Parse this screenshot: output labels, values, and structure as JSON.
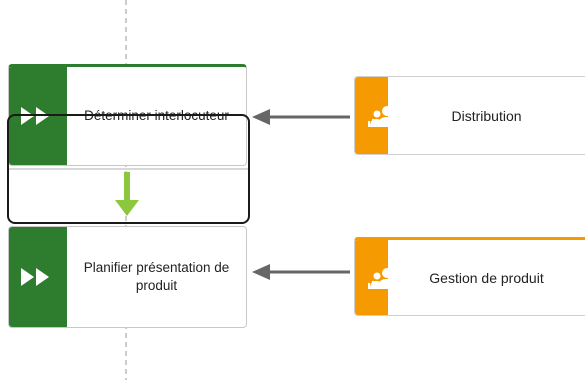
{
  "diagram": {
    "functions": [
      {
        "id": "f1",
        "label": "Déterminer interlocuteur"
      },
      {
        "id": "f2",
        "label": "Planifier présentation de produit"
      }
    ],
    "org_units": [
      {
        "id": "o1",
        "label": "Distribution"
      },
      {
        "id": "o2",
        "label": "Gestion de produit"
      }
    ],
    "icons": {
      "function": "double-chevron-icon",
      "org_unit": "people-icon"
    },
    "colors": {
      "function_tab": "#2e7d2e",
      "function_top_bar": "#2e7d2e",
      "org_unit_tab": "#f59a00",
      "flow_arrow": "#8dc63f",
      "assignment_arrow": "#666666",
      "lane_divider": "#999999"
    }
  }
}
